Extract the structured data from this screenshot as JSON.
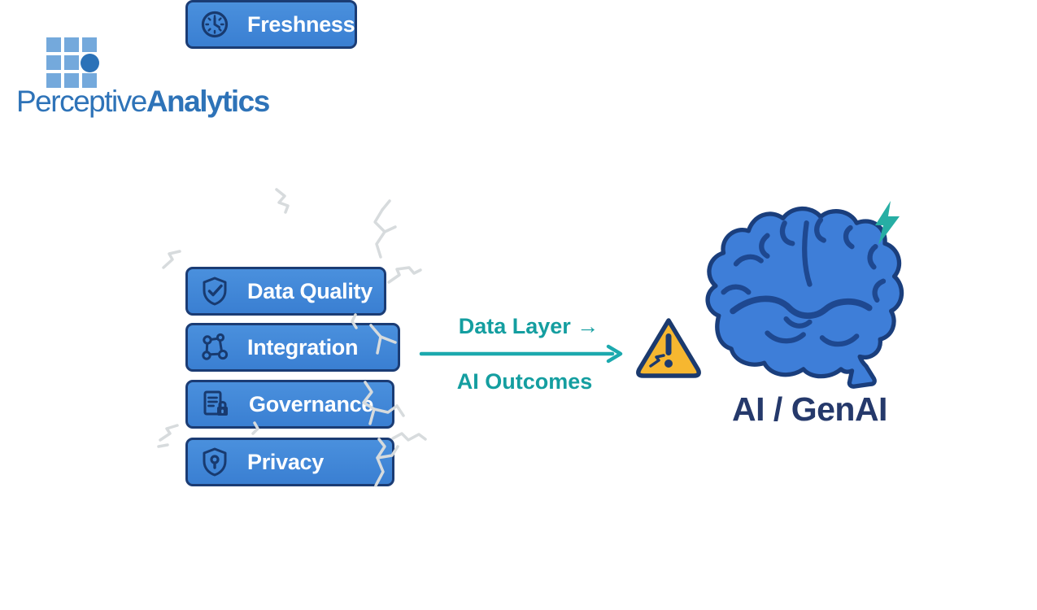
{
  "logo": {
    "brand_regular": "Perceptive",
    "brand_bold": "Analytics"
  },
  "pillars": [
    {
      "label": "Data Quality",
      "icon": "shield-check-icon"
    },
    {
      "label": "Integration",
      "icon": "network-icon"
    },
    {
      "label": "Governance",
      "icon": "document-lock-icon"
    },
    {
      "label": "Privacy",
      "icon": "shield-keyhole-icon"
    },
    {
      "label": "Freshness",
      "icon": "clock-icon"
    }
  ],
  "flow": {
    "top_label": "Data Layer →",
    "bottom_label": "AI Outcomes"
  },
  "warning": {
    "icon": "warning-triangle-icon"
  },
  "ai": {
    "label": "AI / GenAI",
    "brain_icon": "brain-icon",
    "bolt_icon": "lightning-bolt-icon"
  },
  "colors": {
    "pillar_fill": "#3f86d8",
    "pillar_border": "#1b3c74",
    "pillar_text": "#ffffff",
    "teal_text": "#149ea0",
    "teal_arrow": "#1ca9ae",
    "warning_fill": "#f6b730",
    "brain_fill": "#3e7ed8",
    "brain_outline": "#1a3e7c",
    "navy_text": "#25396b",
    "logo_blue": "#2e73b8",
    "logo_square": "#74a9dc",
    "crack_gray": "#d7dbdd",
    "background": "#ffffff"
  }
}
